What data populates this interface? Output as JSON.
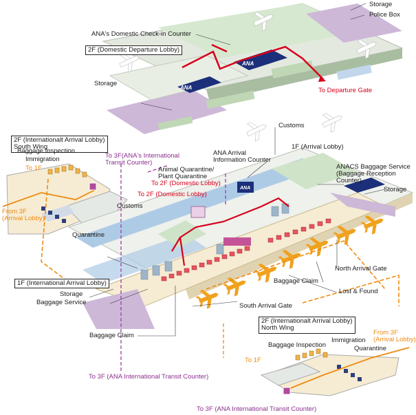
{
  "floors": {
    "domestic_departure": "2F (Domestic Departure Lobby)",
    "intl_arrival_south": "2F (Internationalt Arrival Lobby)\nSouth Wing",
    "intl_arrival_1f": "1F (International Arrival Lobby)",
    "intl_arrival_north": "2F (Internationalt Arrival Lobby)\nNorth Wing"
  },
  "labels": {
    "storage_top": "Storage",
    "police_box": "Police Box",
    "ana_checkin": "ANA's Domestic Check-in Counter",
    "storage_left": "Storage",
    "to_departure_gate": "To Departure Gate",
    "customs_top": "Customs",
    "ana_arrival_info": "ANA Arrival\nInformation Counter",
    "first_floor_arrival": "1F (Arrival Lobby)",
    "anacs_baggage": "ANACS Baggage Service\n(Baggage Reception\nCounter)",
    "storage_right": "Storage",
    "animal_quarantine": "Animal Quarantine/\nPlant Quarantine",
    "to_2f_domestic_1": "To 2F (Domestic Lobby)",
    "to_2f_domestic_2": "To 2F (Domestic Lobby)",
    "customs_mid": "Customs",
    "to_3f_transit": "To 3F(ANA's International\nTransit Counter)",
    "north_arrival_gate": "North Arrival Gate",
    "baggage_claim_mid": "Baggage Claim",
    "lost_found": "Lost & Found",
    "south_arrival_gate": "South Arrival Gate",
    "storage_1f": "Storage",
    "baggage_service": "Baggage Service",
    "baggage_claim_bottom": "Baggage Claim",
    "to_3f_bottom_left": "To 3F (ANA International Transit Counter)",
    "to_3f_bottom_right": "To 3F (ANA International Transit Counter)"
  },
  "south_wing": {
    "baggage_inspection": "Baggage Inspection",
    "immigration": "Immigration",
    "to_1f": "To 1F",
    "from_3f": "From 3F\n(Arrival Lobby)",
    "quarantine": "Quarantine"
  },
  "north_wing": {
    "baggage_inspection": "Baggage Inspection",
    "immigration": "Immigration",
    "quarantine": "Quarantine",
    "from_3f": "From 3F\n(Arrival Lobby)",
    "to_1f": "To 1F"
  },
  "signage": {
    "ana_logo": "ANA"
  },
  "colors": {
    "floor_lavender": "#cdb8d8",
    "floor_green": "#cfe3c8",
    "floor_blue": "#aecbe6",
    "floor_cream": "#f6ecd3",
    "counter_navy": "#1c2f7a",
    "route_red": "#d6001c",
    "route_orange": "#ee8a12",
    "route_purple": "#a23aa6",
    "plane_orange": "#f0a11c"
  }
}
